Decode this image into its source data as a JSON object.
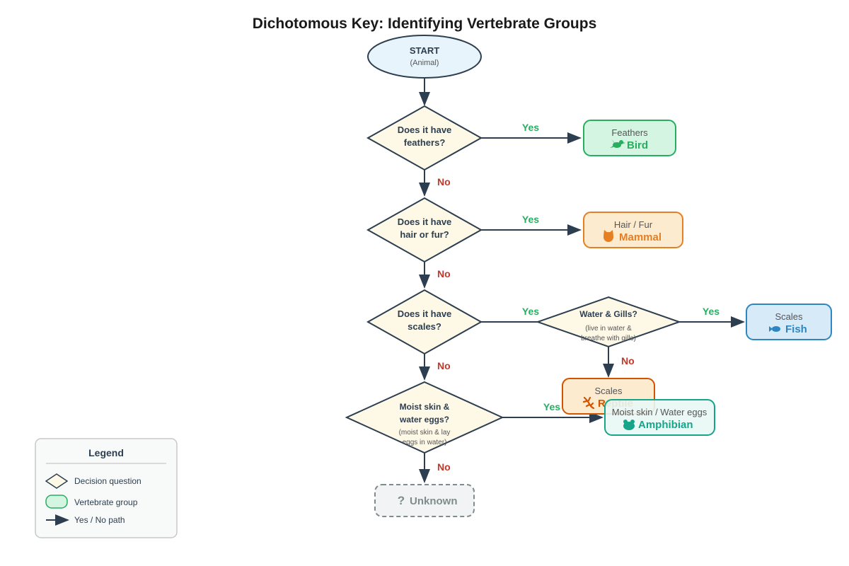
{
  "title": "Dichotomous Key: Identifying Vertebrate Groups",
  "start": {
    "label": "START",
    "sub": "(Animal)"
  },
  "edges": {
    "yes": "Yes",
    "no": "No"
  },
  "questions": {
    "feathers": {
      "line1": "Does it have",
      "line2": "feathers?"
    },
    "hair": {
      "line1": "Does it have",
      "line2": "hair or fur?"
    },
    "scales": {
      "line1": "Does it have",
      "line2": "scales?"
    },
    "water": {
      "line1": "Water & Gills?",
      "sub1": "(live in water &",
      "sub2": "breathe with gills)"
    },
    "moist": {
      "line1": "Moist skin &",
      "line2": "water eggs?",
      "sub1": "(moist skin & lay",
      "sub2": "eggs in water)"
    }
  },
  "outcomes": {
    "bird": {
      "trait": "Feathers",
      "name": "Bird",
      "icon": "bird-icon",
      "color": "#27ae60",
      "fill": "#d5f5e3"
    },
    "mammal": {
      "trait": "Hair / Fur",
      "name": "Mammal",
      "icon": "cat-icon",
      "color": "#e67e22",
      "fill": "#fdebd0"
    },
    "fish": {
      "trait": "Scales",
      "name": "Fish",
      "icon": "fish-icon",
      "color": "#2e86c1",
      "fill": "#d6eaf8"
    },
    "reptile": {
      "trait": "Scales",
      "name": "Reptile",
      "icon": "lizard-icon",
      "color": "#d35400",
      "fill": "#fdebd0"
    },
    "amphibian": {
      "trait": "Moist skin / Water eggs",
      "name": "Amphibian",
      "icon": "frog-icon",
      "color": "#17a589",
      "fill": "#e8f8f5"
    },
    "unknown": {
      "name": "Unknown",
      "glyph": "?",
      "icon": "question-icon",
      "color": "#7f8c8d",
      "fill": "#f2f3f4"
    }
  },
  "legend": {
    "title": "Legend",
    "decision": "Decision question",
    "group": "Vertebrate group",
    "path": "Yes / No path"
  },
  "colors": {
    "stroke": "#2c3e50",
    "question_fill": "#fef9e7",
    "start_fill": "#e8f4fc",
    "yes": "#27ae60",
    "no": "#c0392b"
  }
}
